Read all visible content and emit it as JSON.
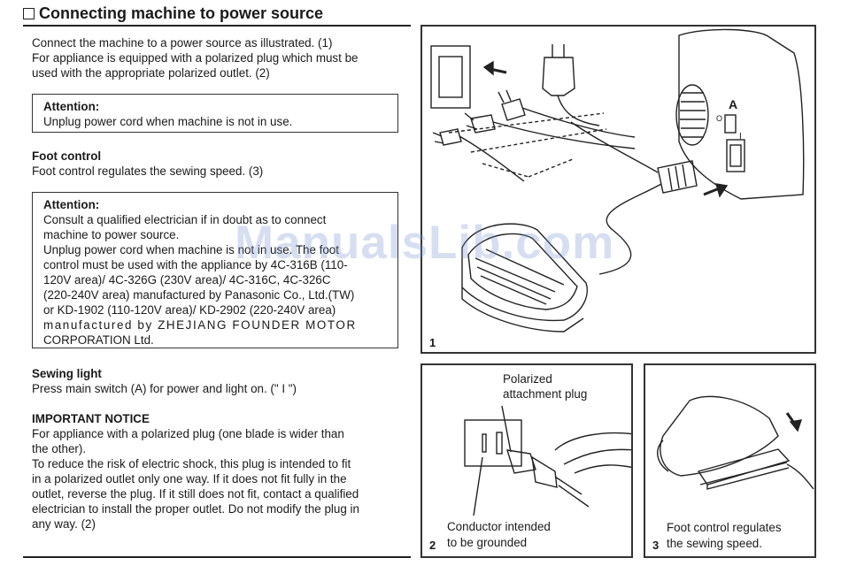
{
  "title": "Connecting machine to power source",
  "intro": {
    "line1": "Connect the machine to a power source as illustrated. (1)",
    "line2": "For appliance is equipped with a polarized plug which must be",
    "line3": "used with the appropriate polarized outlet. (2)"
  },
  "attention1": {
    "heading": "Attention:",
    "text": "Unplug power cord when machine is not in use."
  },
  "foot_control": {
    "heading": "Foot control",
    "text": "Foot control regulates the sewing speed. (3)"
  },
  "attention2": {
    "heading": "Attention:",
    "lines": [
      "Consult a qualified electrician if in doubt as to connect",
      "machine to power source.",
      "Unplug power cord when machine is not in use. The foot",
      "control must be used with the appliance by 4C-316B (110-",
      "120V area)/ 4C-326G (230V area)/ 4C-316C, 4C-326C",
      "(220-240V area) manufactured by Panasonic Co., Ltd.(TW)",
      "or KD-1902 (110-120V area)/ KD-2902 (220-240V area)",
      "manufactured by ZHEJIANG FOUNDER MOTOR",
      "CORPORATION Ltd."
    ]
  },
  "sewing_light": {
    "heading": "Sewing light",
    "text": "Press main switch (A) for power and light on. (\" I \")"
  },
  "important_notice": {
    "heading": "IMPORTANT NOTICE",
    "lines": [
      "For appliance with a polarized plug (one blade is wider than",
      "the other).",
      "To reduce the risk of electric shock, this plug is intended to fit",
      "in a polarized outlet only one way. If it does not fit fully in the",
      "outlet, reverse the plug. If it still does not fit, contact a qualified",
      "electrician to install the proper outlet. Do not modify the plug in",
      "any way. (2)"
    ]
  },
  "figure1": {
    "number": "1",
    "switch_label": "A",
    "switch_on": "I",
    "switch_off": "O"
  },
  "figure2": {
    "number": "2",
    "top_label_1": "Polarized",
    "top_label_2": "attachment plug",
    "bottom_label_1": "Conductor intended",
    "bottom_label_2": "to be grounded"
  },
  "figure3": {
    "number": "3",
    "label_1": "Foot control regulates",
    "label_2": "the sewing speed."
  },
  "watermark": "ManualsLib.com"
}
